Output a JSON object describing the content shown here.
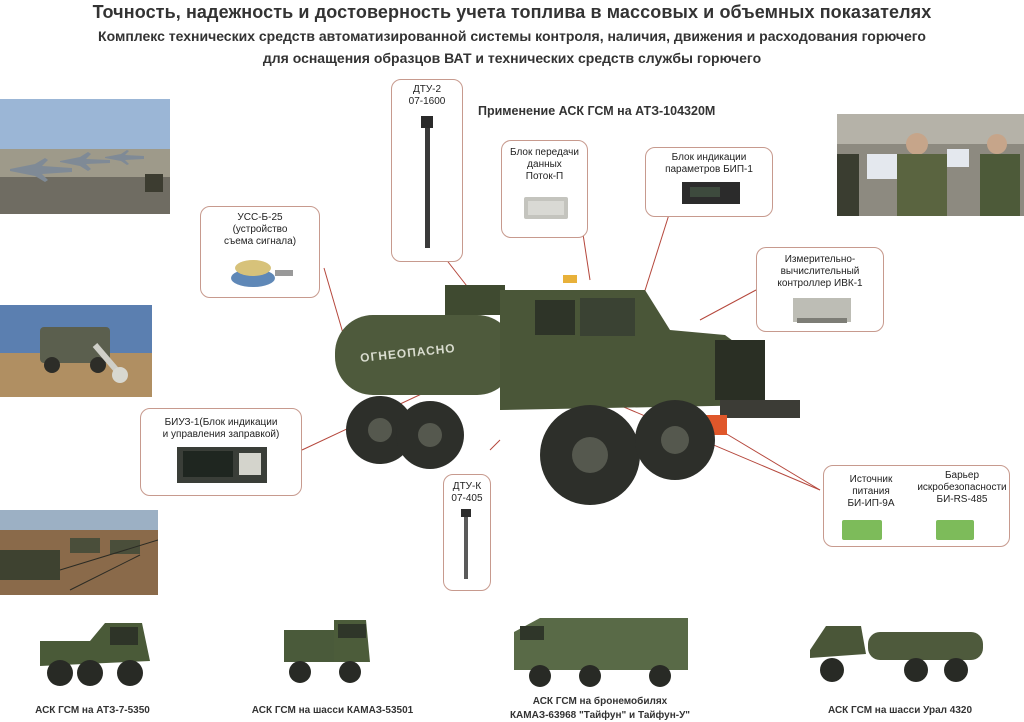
{
  "header": {
    "title": "Точность, надежность и достоверность учета топлива в массовых и объемных показателях",
    "subtitle_line1": "Комплекс технических средств автоматизированной системы контроля, наличия, движения и расходования горючего",
    "subtitle_line2": "для оснащения образцов ВАТ и технических средств службы горючего"
  },
  "application_title": "Применение АСК ГСМ на АТЗ-104320М",
  "callouts": {
    "dtu2": "ДТУ-2\n07-1600",
    "uss": "УСС-Б-25\n(устройство\nсъема сигнала)",
    "potok": "Блок передачи\nданных\nПоток-П",
    "bip": "Блок индикации\nпараметров БИП-1",
    "ivk": "Измерительно-\nвычислительный\nконтроллер ИВК-1",
    "biuz": "БИУЗ-1(Блок индикации\nи управления заправкой)",
    "dtuk": "ДТУ-К\n07-405",
    "source": "Источник\nпитания\nБИ-ИП-9А",
    "barrier": "Барьер\nискробезопасности\nБИ-RS-485"
  },
  "truck_marking": "ОГНЕОПАСНО",
  "bottom_captions": [
    "АСК ГСМ на АТЗ-7-5350",
    "АСК ГСМ на шасси КАМАЗ-53501",
    "АСК ГСМ на бронемобилях",
    "КАМАЗ-63968 \"Тайфун\" и Тайфун-У\"",
    "АСК ГСМ на шасси Урал 4320"
  ],
  "colors": {
    "callout_border": "#c79a8e",
    "leader_line": "#b5473c",
    "truck_green": "#4e5a3c",
    "text": "#333333"
  }
}
